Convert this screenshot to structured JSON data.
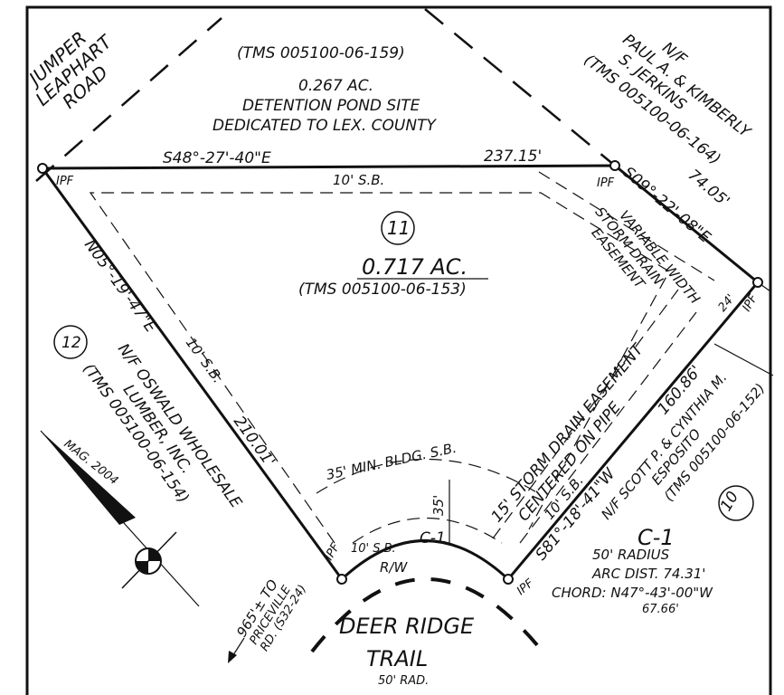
{
  "roads": {
    "jumper": [
      "JUMPER",
      "LEAPHART",
      "ROAD"
    ],
    "deer_ridge": [
      "DEER RIDGE",
      "TRAIL"
    ],
    "deer_ridge_radius": "50' RAD.",
    "priceville": [
      "965'± TO",
      "PRICEVILLE",
      "RD. (S32-24)"
    ]
  },
  "pond": {
    "tms": "(TMS 005100-06-159)",
    "acreage": "0.267 AC.",
    "line1": "DETENTION POND SITE",
    "line2": "DEDICATED TO LEX. COUNTY"
  },
  "lot11": {
    "number": "11",
    "acreage": "0.717 AC.",
    "tms": "(TMS 005100-06-153)"
  },
  "lot12": {
    "number": "12"
  },
  "lot10": {
    "number": "10"
  },
  "neighbors": {
    "ne": [
      "N/F",
      "PAUL A. & KIMBERLY",
      "S. JERKINS",
      "(TMS 005100-06-164)"
    ],
    "west": [
      "N/F OSWALD WHOLESALE",
      "LUMBER, INC.",
      "(TMS 005100-06-154)"
    ],
    "se": [
      "N/F SCOTT P. & CYNTHIA M.",
      "ESPOSITO",
      "(TMS 005100-06-152)"
    ]
  },
  "bearings": {
    "north_bearing": "S48°-27'-40\"E",
    "north_dist": "237.15'",
    "ne_bearing": "S09°-22'-08\"E",
    "ne_dist": "74.05'",
    "west_bearing": "N05°-19'-47\"E",
    "west_dist": "210.01'",
    "east_bearing": "S81°-18'-41\"W",
    "east_dist": "160.86'",
    "east_small": "24'"
  },
  "setbacks": {
    "north": "10' S.B.",
    "west": "10' S.B.",
    "east": "10' S.B.",
    "front": "35' MIN. BLDG. S.B.",
    "front_dim": "35'",
    "curve_sb": "10' S.B.",
    "rw": "R/W"
  },
  "easements": {
    "variable": [
      "VARIABLE WIDTH",
      "STORM DRAIN",
      "EASEMENT"
    ],
    "storm": [
      "15' STORM DRAIN EASEMENT",
      "CENTERED ON PIPE"
    ]
  },
  "pins": {
    "ipf": "IPF"
  },
  "curve": {
    "label": "C-1",
    "table_title": "C-1",
    "radius": "50' RADIUS",
    "arc": "ARC DIST. 74.31'",
    "chord": "CHORD: N47°-43'-00\"W",
    "chord_dist": "67.66'"
  },
  "north_arrow": {
    "label": "MAG. 2004"
  }
}
